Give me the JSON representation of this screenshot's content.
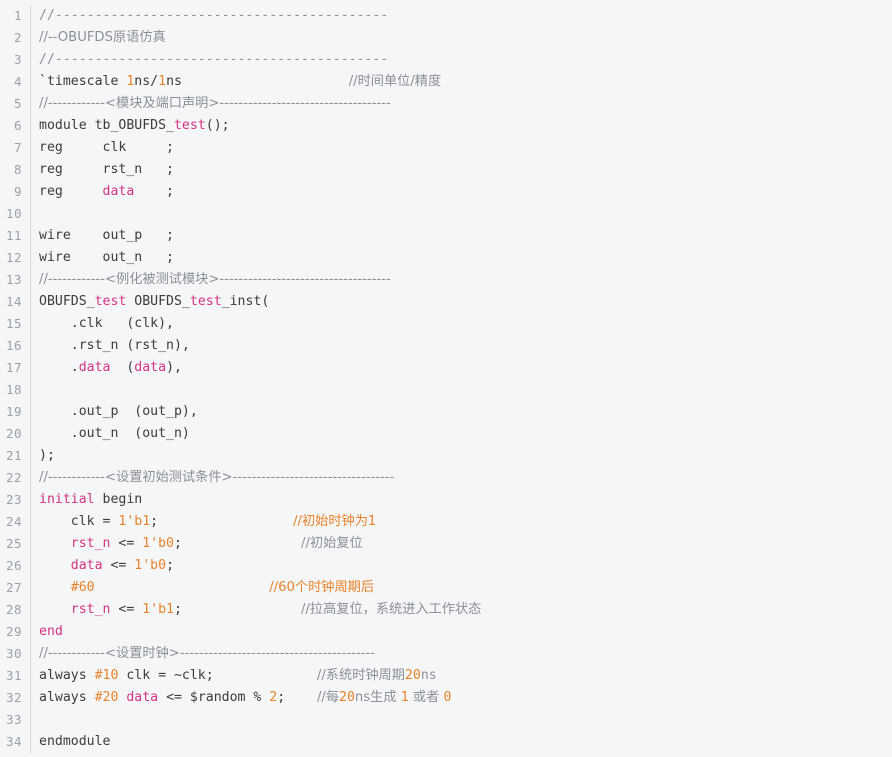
{
  "editor": {
    "language": "verilog",
    "total_lines": 34,
    "colors": {
      "background": "#f5f6f8",
      "gutter_text": "#9ba1a6",
      "gutter_rule": "#d6d9dd",
      "default_text": "#3c3c3c",
      "keyword": "#d63384",
      "number": "#e8832a",
      "comment": "#8b9096",
      "comment_highlight": "#e8832a"
    }
  },
  "lines": [
    {
      "n": "1",
      "tokens": [
        {
          "t": "//------------------------------------------",
          "c": "com"
        }
      ]
    },
    {
      "n": "2",
      "tokens": [
        {
          "t": "//--OBUFDS原语仿真",
          "c": "com"
        }
      ]
    },
    {
      "n": "3",
      "tokens": [
        {
          "t": "//------------------------------------------",
          "c": "com"
        }
      ]
    },
    {
      "n": "4",
      "tokens": [
        {
          "t": "`timescale ",
          "c": "plain"
        },
        {
          "t": "1",
          "c": "num"
        },
        {
          "t": "ns/",
          "c": "plain"
        },
        {
          "t": "1",
          "c": "num"
        },
        {
          "t": "ns",
          "c": "plain"
        },
        {
          "t": "                     ",
          "c": "plain"
        },
        {
          "t": "//时间单位/精度",
          "c": "com"
        }
      ]
    },
    {
      "n": "5",
      "tokens": [
        {
          "t": "//------------<模块及端口声明>------------------------------------",
          "c": "com"
        }
      ]
    },
    {
      "n": "6",
      "tokens": [
        {
          "t": "module tb_OBUFDS_",
          "c": "plain"
        },
        {
          "t": "test",
          "c": "kw"
        },
        {
          "t": "();",
          "c": "plain"
        }
      ]
    },
    {
      "n": "7",
      "tokens": [
        {
          "t": "reg     clk     ;",
          "c": "plain"
        }
      ]
    },
    {
      "n": "8",
      "tokens": [
        {
          "t": "reg     rst_n   ;",
          "c": "plain"
        }
      ]
    },
    {
      "n": "9",
      "tokens": [
        {
          "t": "reg     ",
          "c": "plain"
        },
        {
          "t": "data",
          "c": "kw"
        },
        {
          "t": "    ;",
          "c": "plain"
        }
      ]
    },
    {
      "n": "10",
      "tokens": [
        {
          "t": "",
          "c": "plain"
        }
      ]
    },
    {
      "n": "11",
      "tokens": [
        {
          "t": "wire    out_p   ;",
          "c": "plain"
        }
      ]
    },
    {
      "n": "12",
      "tokens": [
        {
          "t": "wire    out_n   ;",
          "c": "plain"
        }
      ]
    },
    {
      "n": "13",
      "tokens": [
        {
          "t": "//------------<例化被测试模块>------------------------------------",
          "c": "com"
        }
      ]
    },
    {
      "n": "14",
      "tokens": [
        {
          "t": "OBUFDS_",
          "c": "plain"
        },
        {
          "t": "test",
          "c": "kw"
        },
        {
          "t": " OBUFDS_",
          "c": "plain"
        },
        {
          "t": "test",
          "c": "kw"
        },
        {
          "t": "_inst(",
          "c": "plain"
        }
      ]
    },
    {
      "n": "15",
      "tokens": [
        {
          "t": "    .clk   (clk),",
          "c": "plain"
        }
      ]
    },
    {
      "n": "16",
      "tokens": [
        {
          "t": "    .rst_n (rst_n),",
          "c": "plain"
        }
      ]
    },
    {
      "n": "17",
      "tokens": [
        {
          "t": "    .",
          "c": "plain"
        },
        {
          "t": "data",
          "c": "kw"
        },
        {
          "t": "  (",
          "c": "plain"
        },
        {
          "t": "data",
          "c": "kw"
        },
        {
          "t": "),",
          "c": "plain"
        }
      ]
    },
    {
      "n": "18",
      "tokens": [
        {
          "t": "",
          "c": "plain"
        }
      ]
    },
    {
      "n": "19",
      "tokens": [
        {
          "t": "    .out_p  (out_p),",
          "c": "plain"
        }
      ]
    },
    {
      "n": "20",
      "tokens": [
        {
          "t": "    .out_n  (out_n)",
          "c": "plain"
        }
      ]
    },
    {
      "n": "21",
      "tokens": [
        {
          "t": ");",
          "c": "plain"
        }
      ]
    },
    {
      "n": "22",
      "tokens": [
        {
          "t": "//------------<设置初始测试条件>----------------------------------",
          "c": "com"
        }
      ]
    },
    {
      "n": "23",
      "tokens": [
        {
          "t": "initial",
          "c": "kw"
        },
        {
          "t": " begin",
          "c": "plain"
        }
      ]
    },
    {
      "n": "24",
      "tokens": [
        {
          "t": "    clk = ",
          "c": "plain"
        },
        {
          "t": "1'b1",
          "c": "num"
        },
        {
          "t": ";",
          "c": "plain"
        },
        {
          "t": "                 ",
          "c": "plain"
        },
        {
          "t": "//初始时钟为1",
          "c": "com-hl"
        }
      ]
    },
    {
      "n": "25",
      "tokens": [
        {
          "t": "    ",
          "c": "plain"
        },
        {
          "t": "rst_n",
          "c": "kw"
        },
        {
          "t": " <= ",
          "c": "plain"
        },
        {
          "t": "1'b0",
          "c": "num"
        },
        {
          "t": ";",
          "c": "plain"
        },
        {
          "t": "               ",
          "c": "plain"
        },
        {
          "t": "//初始复位",
          "c": "com"
        }
      ]
    },
    {
      "n": "26",
      "tokens": [
        {
          "t": "    ",
          "c": "plain"
        },
        {
          "t": "data",
          "c": "kw"
        },
        {
          "t": " <= ",
          "c": "plain"
        },
        {
          "t": "1'b0",
          "c": "num"
        },
        {
          "t": ";",
          "c": "plain"
        }
      ]
    },
    {
      "n": "27",
      "tokens": [
        {
          "t": "    ",
          "c": "plain"
        },
        {
          "t": "#60",
          "c": "num"
        },
        {
          "t": "                      ",
          "c": "plain"
        },
        {
          "t": "//60个时钟周期后",
          "c": "com-hl"
        }
      ]
    },
    {
      "n": "28",
      "tokens": [
        {
          "t": "    ",
          "c": "plain"
        },
        {
          "t": "rst_n",
          "c": "kw"
        },
        {
          "t": " <= ",
          "c": "plain"
        },
        {
          "t": "1'b1",
          "c": "num"
        },
        {
          "t": ";",
          "c": "plain"
        },
        {
          "t": "               ",
          "c": "plain"
        },
        {
          "t": "//拉高复位，系统进入工作状态",
          "c": "com"
        }
      ]
    },
    {
      "n": "29",
      "tokens": [
        {
          "t": "end",
          "c": "kw"
        }
      ]
    },
    {
      "n": "30",
      "tokens": [
        {
          "t": "//------------<设置时钟>-----------------------------------------",
          "c": "com"
        }
      ]
    },
    {
      "n": "31",
      "tokens": [
        {
          "t": "always ",
          "c": "plain"
        },
        {
          "t": "#10",
          "c": "num"
        },
        {
          "t": " clk = ~clk;",
          "c": "plain"
        },
        {
          "t": "             ",
          "c": "plain"
        },
        {
          "t": "//系统时钟周期",
          "c": "com"
        },
        {
          "t": "20",
          "c": "num"
        },
        {
          "t": "ns",
          "c": "com"
        }
      ]
    },
    {
      "n": "32",
      "tokens": [
        {
          "t": "always ",
          "c": "plain"
        },
        {
          "t": "#20",
          "c": "num"
        },
        {
          "t": " ",
          "c": "plain"
        },
        {
          "t": "data",
          "c": "kw"
        },
        {
          "t": " <= $random % ",
          "c": "plain"
        },
        {
          "t": "2",
          "c": "num"
        },
        {
          "t": ";",
          "c": "plain"
        },
        {
          "t": "    ",
          "c": "plain"
        },
        {
          "t": "//每",
          "c": "com"
        },
        {
          "t": "20",
          "c": "num"
        },
        {
          "t": "ns生成 ",
          "c": "com"
        },
        {
          "t": "1",
          "c": "num"
        },
        {
          "t": " 或者 ",
          "c": "com"
        },
        {
          "t": "0",
          "c": "num"
        }
      ]
    },
    {
      "n": "33",
      "tokens": [
        {
          "t": "",
          "c": "plain"
        }
      ]
    },
    {
      "n": "34",
      "tokens": [
        {
          "t": "endmodule",
          "c": "plain"
        }
      ]
    }
  ]
}
